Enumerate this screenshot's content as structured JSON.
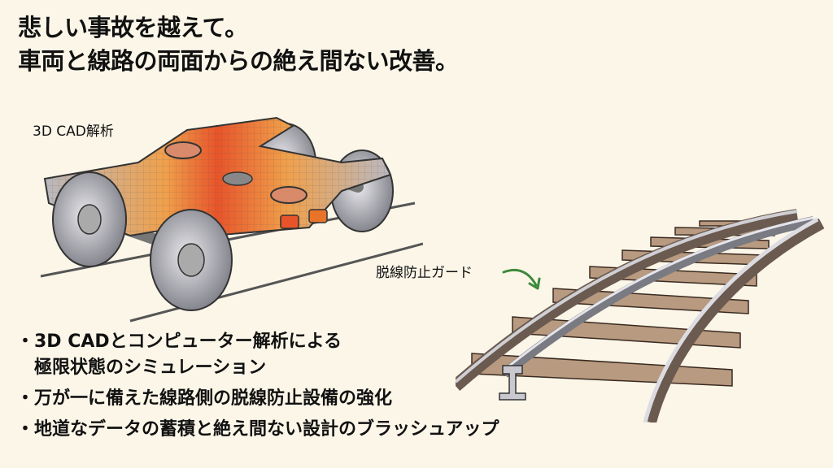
{
  "slide": {
    "title_lines": [
      "悲しい事故を越えて。",
      "車両と線路の両面からの絶え間ない改善。"
    ],
    "labels": {
      "cad": "3D CAD解析",
      "guard": "脱線防止ガード"
    },
    "bullets": [
      {
        "marker": "・",
        "lines": [
          "3D CADとコンピューター解析による",
          "極限状態のシミュレーション"
        ]
      },
      {
        "marker": "・",
        "lines": [
          "万が一に備えた線路側の脱線防止設備の強化"
        ]
      },
      {
        "marker": "・",
        "lines": [
          "地道なデータの蓄積と絶え間ない設計のブラッシュアップ"
        ]
      }
    ],
    "illustrations": {
      "bogie": "bogie-fea-illustration",
      "track": "track-with-guard-rail-illustration",
      "arrow": "arrow-icon"
    },
    "colors": {
      "background": "#fbf6e8",
      "text": "#111111",
      "stress_hot": "#e8542a",
      "stress_warm": "#f0a04b",
      "steel": "#9a9aa2",
      "wood": "#a88a70",
      "arrow": "#3d8a3c"
    }
  }
}
